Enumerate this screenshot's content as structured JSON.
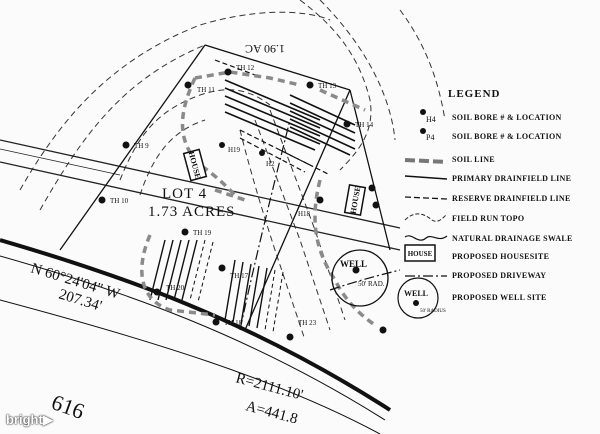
{
  "legend": {
    "title": "LEGEND",
    "items": [
      {
        "symbol": "H4",
        "label": "SOIL BORE # & LOCATION"
      },
      {
        "symbol": "P4",
        "label": "SOIL BORE # & LOCATION"
      },
      {
        "symbol": "soil-line",
        "label": "SOIL LINE"
      },
      {
        "symbol": "primary-drainfield",
        "label": "PRIMARY DRAINFIELD LINE"
      },
      {
        "symbol": "reserve-drainfield",
        "label": "RESERVE DRAINFIELD LINE"
      },
      {
        "symbol": "field-topo",
        "label": "FIELD RUN TOPO"
      },
      {
        "symbol": "swale",
        "label": "NATURAL DRAINAGE SWALE"
      },
      {
        "symbol": "house",
        "symbol_text": "HOUSE",
        "label": "PROPOSED HOUSESITE"
      },
      {
        "symbol": "driveway",
        "label": "PROPOSED DRIVEWAY"
      },
      {
        "symbol": "well",
        "symbol_text": "WELL",
        "sub_text": "50' RADIUS",
        "label": "PROPOSED WELL SITE"
      }
    ]
  },
  "plan": {
    "lot_label": "LOT 4",
    "acreage": "1.73 ACRES",
    "adjacent_acreage": "1.90 AC",
    "bearing": "N 60°24'04\" W",
    "distance": "207.34'",
    "radius": "R=2111.10'",
    "arc": "A=441.8",
    "road_number": "616",
    "house_labels": [
      "HOUSE",
      "HOUSE"
    ],
    "well_label": "WELL",
    "well_radius": "50' RAD.",
    "bores": [
      "TH 12",
      "TH 11",
      "TH 13",
      "TH 14",
      "TH 9",
      "TH 10",
      "TH 19",
      "TH 17",
      "TH 18",
      "TH 23",
      "TH 20",
      "H2",
      "H18",
      "H19"
    ]
  },
  "watermark": "bright▶"
}
